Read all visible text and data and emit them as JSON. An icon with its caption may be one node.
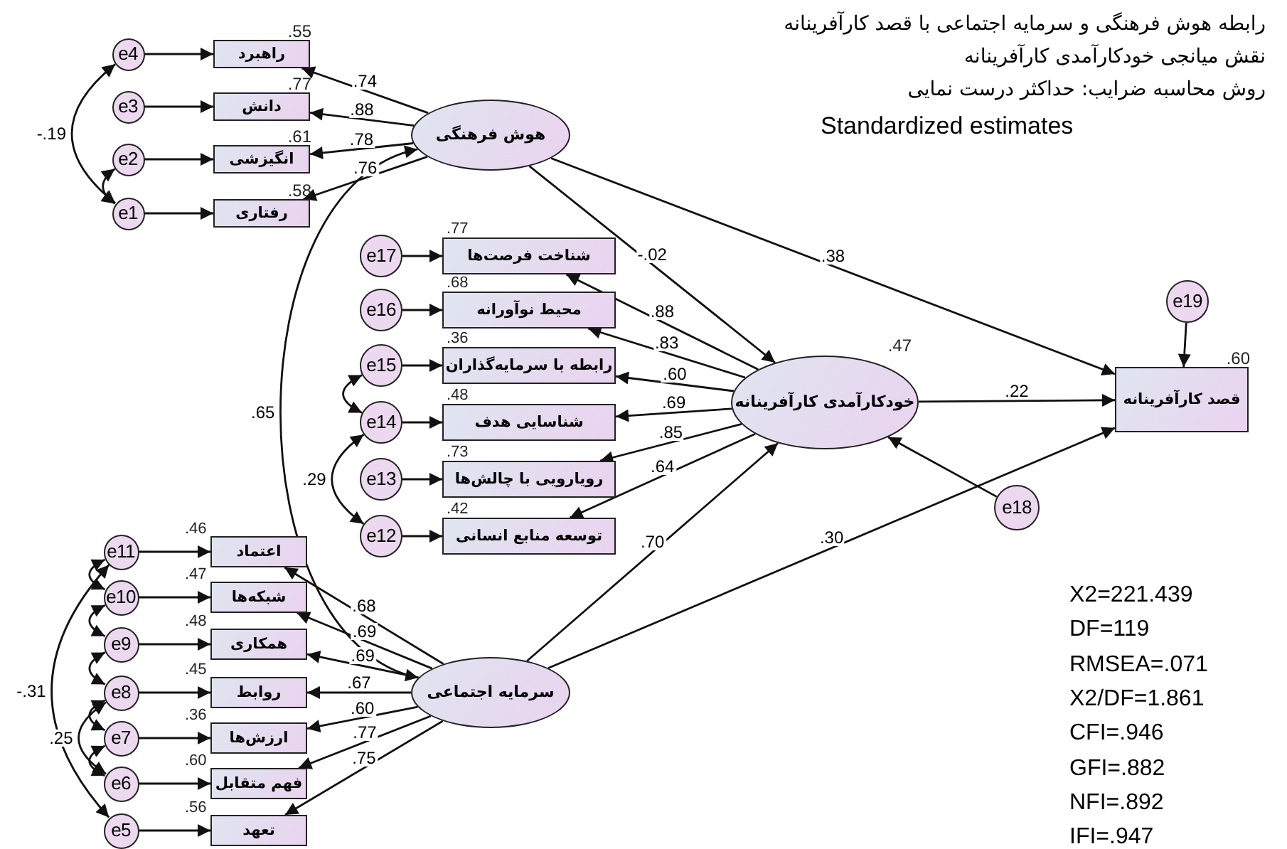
{
  "diagram": {
    "nodes": [
      {
        "text": [
          "هوش فرهنگی"
        ]
      },
      {
        "text": [
          "خودکارآمدی کارآفرینانه"
        ],
        "beside": [
          ".47"
        ]
      },
      {
        "text": [
          "سرمایه اجتماعی"
        ]
      },
      {
        "text": [
          "قصد کارآفرینانه"
        ],
        "beside": [
          ".60"
        ]
      },
      {
        "text": [
          "راهبرد"
        ],
        "beside": [
          ".55"
        ]
      },
      {
        "text": [
          "دانش"
        ],
        "beside": [
          ".77"
        ]
      },
      {
        "text": [
          "انگیزشی"
        ],
        "beside": [
          ".61"
        ]
      },
      {
        "text": [
          "رفتاری"
        ],
        "beside": [
          ".58"
        ]
      },
      {
        "text": [
          "e4"
        ]
      },
      {
        "text": [
          "e3"
        ]
      },
      {
        "text": [
          "e2"
        ]
      },
      {
        "text": [
          "e1"
        ]
      },
      {
        "text": [
          "شناخت فرصت‌ها"
        ],
        "beside": [
          ".77"
        ]
      },
      {
        "text": [
          "محیط نوآورانه"
        ],
        "beside": [
          ".68"
        ]
      },
      {
        "text": [
          "رابطه با سرمایه‌گذاران"
        ],
        "beside": [
          ".36"
        ]
      },
      {
        "text": [
          "شناسایی هدف"
        ],
        "beside": [
          ".48"
        ]
      },
      {
        "text": [
          "رویارویی با چالش‌ها"
        ],
        "beside": [
          ".73"
        ]
      },
      {
        "text": [
          "توسعه منابع انسانی"
        ],
        "beside": [
          ".42"
        ]
      },
      {
        "text": [
          "e17"
        ]
      },
      {
        "text": [
          "e16"
        ]
      },
      {
        "text": [
          "e15"
        ]
      },
      {
        "text": [
          "e14"
        ]
      },
      {
        "text": [
          "e13"
        ]
      },
      {
        "text": [
          "e12"
        ]
      },
      {
        "text": [
          "اعتماد"
        ],
        "beside": [
          ".46"
        ]
      },
      {
        "text": [
          "شبکه‌ها"
        ],
        "beside": [
          ".47"
        ]
      },
      {
        "text": [
          "همکاری"
        ],
        "beside": [
          ".48"
        ]
      },
      {
        "text": [
          "روابط"
        ],
        "beside": [
          ".45"
        ]
      },
      {
        "text": [
          "ارزش‌ها"
        ],
        "beside": [
          ".36"
        ]
      },
      {
        "text": [
          "فهم متقابل"
        ],
        "beside": [
          ".60"
        ]
      },
      {
        "text": [
          "تعهد"
        ],
        "beside": [
          ".56"
        ]
      },
      {
        "text": [
          "e11"
        ]
      },
      {
        "text": [
          "e10"
        ]
      },
      {
        "text": [
          "e9"
        ]
      },
      {
        "text": [
          "e8"
        ]
      },
      {
        "text": [
          "e7"
        ]
      },
      {
        "text": [
          "e6"
        ]
      },
      {
        "text": [
          "e5"
        ]
      },
      {
        "text": [
          "e18"
        ]
      },
      {
        "text": [
          "e19"
        ]
      }
    ],
    "edges": [
      {
        "from": 0,
        "to": 4,
        "arrow": "to",
        "label": ".74"
      },
      {
        "from": 0,
        "to": 5,
        "arrow": "to",
        "label": ".88"
      },
      {
        "from": 0,
        "to": 6,
        "arrow": "to",
        "label": ".78"
      },
      {
        "from": 0,
        "to": 7,
        "arrow": "to",
        "label": ".76"
      },
      {
        "from": 8,
        "to": 4,
        "arrow": "to"
      },
      {
        "from": 9,
        "to": 5,
        "arrow": "to"
      },
      {
        "from": 10,
        "to": 6,
        "arrow": "to"
      },
      {
        "from": 11,
        "to": 7,
        "arrow": "to"
      },
      {
        "from": 8,
        "to": 11,
        "arrow": "both",
        "label": "-.19"
      },
      {
        "from": 10,
        "to": 11,
        "arrow": "both"
      },
      {
        "from": 1,
        "to": 12,
        "arrow": "to",
        "label": ".88"
      },
      {
        "from": 1,
        "to": 13,
        "arrow": "to",
        "label": ".83"
      },
      {
        "from": 1,
        "to": 14,
        "arrow": "to",
        "label": ".60"
      },
      {
        "from": 1,
        "to": 15,
        "arrow": "to",
        "label": ".69"
      },
      {
        "from": 1,
        "to": 16,
        "arrow": "to",
        "label": ".85"
      },
      {
        "from": 1,
        "to": 17,
        "arrow": "to",
        "label": ".64"
      },
      {
        "from": 18,
        "to": 12,
        "arrow": "to"
      },
      {
        "from": 19,
        "to": 13,
        "arrow": "to"
      },
      {
        "from": 20,
        "to": 14,
        "arrow": "to"
      },
      {
        "from": 21,
        "to": 15,
        "arrow": "to"
      },
      {
        "from": 22,
        "to": 16,
        "arrow": "to"
      },
      {
        "from": 23,
        "to": 17,
        "arrow": "to"
      },
      {
        "from": 20,
        "to": 21,
        "arrow": "both"
      },
      {
        "from": 21,
        "to": 23,
        "arrow": "both",
        "label": ".29"
      },
      {
        "from": 2,
        "to": 24,
        "arrow": "to",
        "label": ".68"
      },
      {
        "from": 2,
        "to": 25,
        "arrow": "to",
        "label": ".69"
      },
      {
        "from": 2,
        "to": 26,
        "arrow": "to",
        "label": ".69"
      },
      {
        "from": 2,
        "to": 27,
        "arrow": "to",
        "label": ".67"
      },
      {
        "from": 2,
        "to": 28,
        "arrow": "to",
        "label": ".60"
      },
      {
        "from": 2,
        "to": 29,
        "arrow": "to",
        "label": ".77"
      },
      {
        "from": 2,
        "to": 30,
        "arrow": "to",
        "label": ".75"
      },
      {
        "from": 31,
        "to": 24,
        "arrow": "to"
      },
      {
        "from": 32,
        "to": 25,
        "arrow": "to"
      },
      {
        "from": 33,
        "to": 26,
        "arrow": "to"
      },
      {
        "from": 34,
        "to": 27,
        "arrow": "to"
      },
      {
        "from": 35,
        "to": 28,
        "arrow": "to"
      },
      {
        "from": 36,
        "to": 29,
        "arrow": "to"
      },
      {
        "from": 37,
        "to": 30,
        "arrow": "to"
      },
      {
        "from": 31,
        "to": 32,
        "arrow": "both"
      },
      {
        "from": 32,
        "to": 33,
        "arrow": "both"
      },
      {
        "from": 33,
        "to": 34,
        "arrow": "both"
      },
      {
        "from": 34,
        "to": 35,
        "arrow": "both"
      },
      {
        "from": 35,
        "to": 36,
        "arrow": "both"
      },
      {
        "from": 34,
        "to": 36,
        "arrow": "both",
        "label": ".25"
      },
      {
        "from": 31,
        "to": 37,
        "arrow": "both",
        "label": "-.31"
      },
      {
        "from": 0,
        "to": 1,
        "arrow": "to",
        "label": "-.02"
      },
      {
        "from": 0,
        "to": 3,
        "arrow": "to",
        "label": ".38"
      },
      {
        "from": 1,
        "to": 3,
        "arrow": "to",
        "label": ".22"
      },
      {
        "from": 2,
        "to": 1,
        "arrow": "to",
        "label": ".70"
      },
      {
        "from": 2,
        "to": 3,
        "arrow": "to",
        "label": ".30"
      },
      {
        "from": 0,
        "to": 2,
        "arrow": "both",
        "label": ".65"
      },
      {
        "from": 38,
        "to": 1,
        "arrow": "to"
      },
      {
        "from": 39,
        "to": 3,
        "arrow": "to"
      }
    ],
    "labels": [
      "رابطه هوش فرهنگی و سرمایه اجتماعی با قصد کارآفرینانه",
      "نقش میانجی خودکارآمدی کارآفرینانه",
      "روش محاسبه ضرایب: حداکثر درست نمایی",
      "Standardized estimates",
      "X2=221.439",
      "DF=119",
      "RMSEA=.071",
      "X2/DF=1.861",
      "CFI=.946",
      "GFI=.882",
      "NFI=.892",
      "IFI=.947"
    ]
  }
}
